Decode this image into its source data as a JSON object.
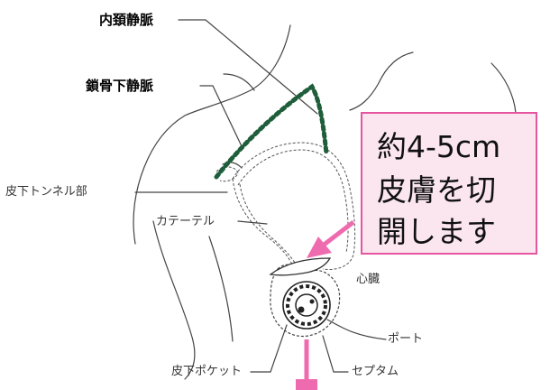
{
  "labels": {
    "internal_jugular_vein": "内頚静脈",
    "subclavian_vein": "鎖骨下静脈",
    "subcutaneous_tunnel": "皮下トンネル部",
    "catheter": "カテーテル",
    "heart": "心臓",
    "port": "ポート",
    "subcutaneous_pocket": "皮下ポケット",
    "septum": "セプタム"
  },
  "callout": {
    "line1": "約4-5cm",
    "line2": "皮膚を切",
    "line3": "開します"
  },
  "colors": {
    "accent_pink": "#ef6bb0",
    "callout_border": "#e6559f",
    "callout_fill": "#fbe6f0",
    "incision_dots": "#1f5e3a"
  }
}
